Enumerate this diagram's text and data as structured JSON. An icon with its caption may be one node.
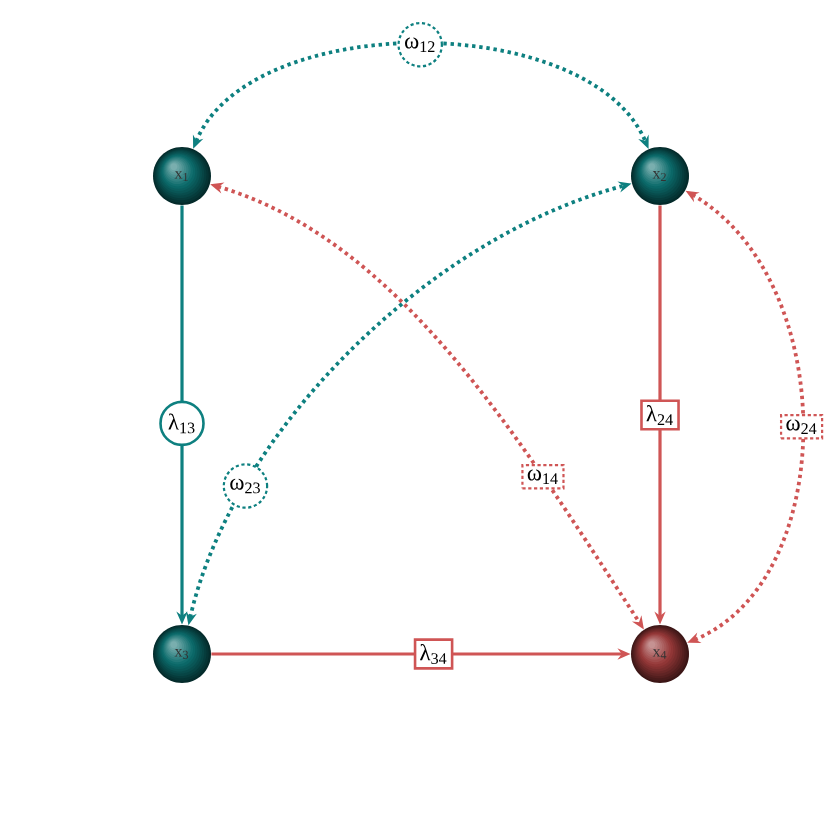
{
  "diagram": {
    "nodes": [
      {
        "text": [
          "x$_{1}$"
        ]
      },
      {
        "text": [
          "x$_{2}$"
        ]
      },
      {
        "text": [
          "x$_{3}$"
        ]
      },
      {
        "text": [
          "x$_{4}$"
        ]
      }
    ],
    "edges": [
      {
        "from": 0,
        "to": 1,
        "arrow": "both",
        "label": "ω$_{12}$",
        "style": "dashed",
        "color": "#0e8080"
      },
      {
        "from": 0,
        "to": 2,
        "arrow": "to",
        "label": "λ$_{13}$",
        "color": "#0e8080"
      },
      {
        "from": 2,
        "to": 1,
        "arrow": "both",
        "label": "ω$_{23}$",
        "style": "dashed",
        "color": "#0e8080"
      },
      {
        "from": 1,
        "to": 3,
        "arrow": "to",
        "label": "λ$_{24}$"
      },
      {
        "from": 0,
        "to": 3,
        "arrow": "both",
        "label": "ω$_{14}$",
        "style": "dashed"
      },
      {
        "from": 1,
        "to": 3,
        "arrow": "both",
        "label": "ω$_{24}$",
        "style": "dashed"
      },
      {
        "from": 2,
        "to": 3,
        "arrow": "to",
        "label": "λ$_{34}$"
      }
    ]
  }
}
